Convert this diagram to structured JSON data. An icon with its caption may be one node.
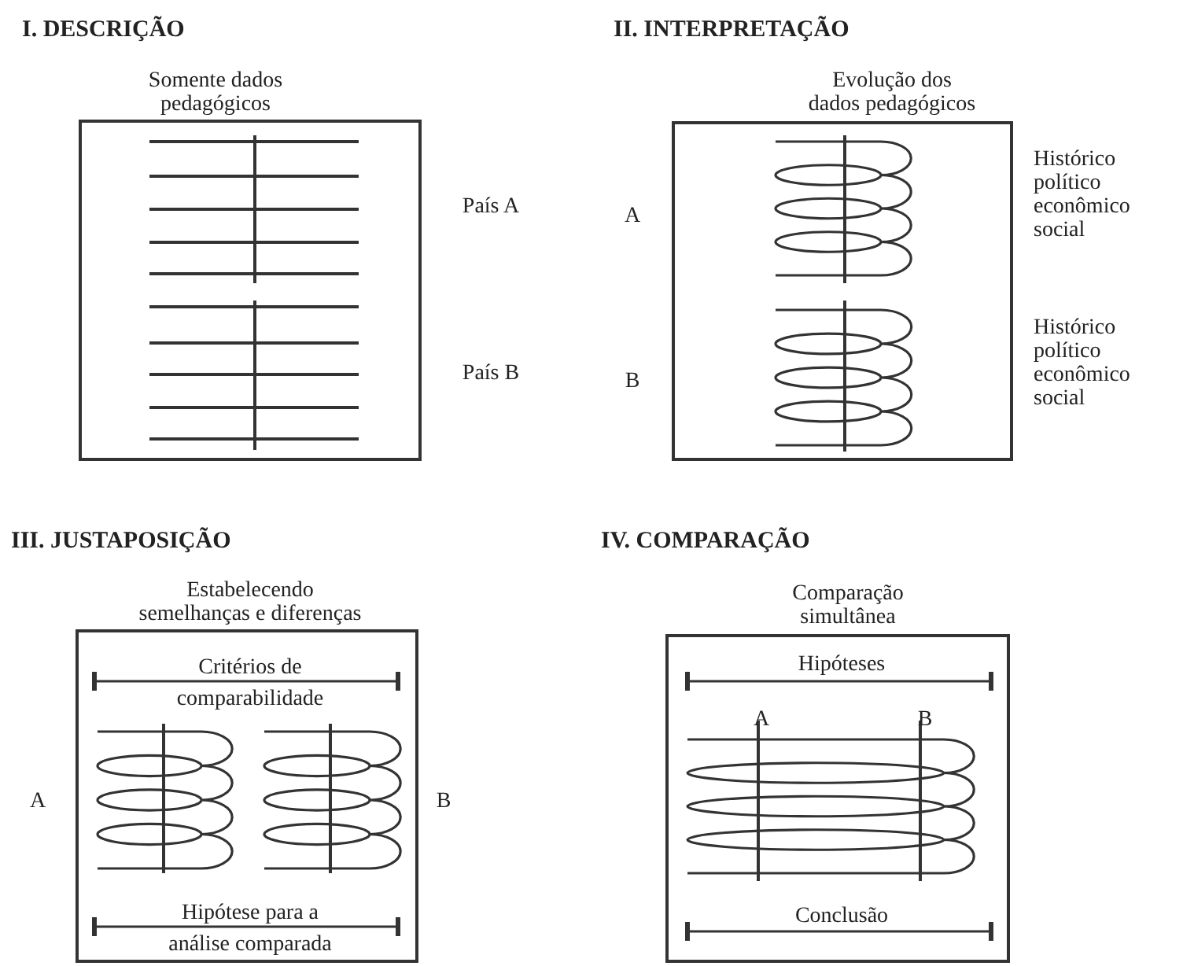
{
  "diagram": {
    "nodes": [
      {
        "text": [
          "I. DESCRIÇÃO",
          "Somente dados pedagógicos"
        ],
        "beside": [
          "País A",
          "País B"
        ]
      },
      {
        "text": [
          "II. INTERPRETAÇÃO",
          "Evolução dos dados pedagógicos"
        ],
        "beside": [
          "A",
          "Histórico político econômico social",
          "B",
          "Histórico político econômico social"
        ]
      },
      {
        "text": [
          "III. JUSTAPOSIÇÃO",
          "Estabelecendo semelhanças e diferenças",
          "Critérios de comparabilidade",
          "A",
          "Hipótese para a análise comparada"
        ],
        "beside": [
          "B"
        ]
      },
      {
        "text": [
          "IV. COMPARAÇÃO",
          "Comparação simultânea",
          "Hipóteses",
          "A",
          "B",
          "Conclusão"
        ]
      }
    ]
  }
}
